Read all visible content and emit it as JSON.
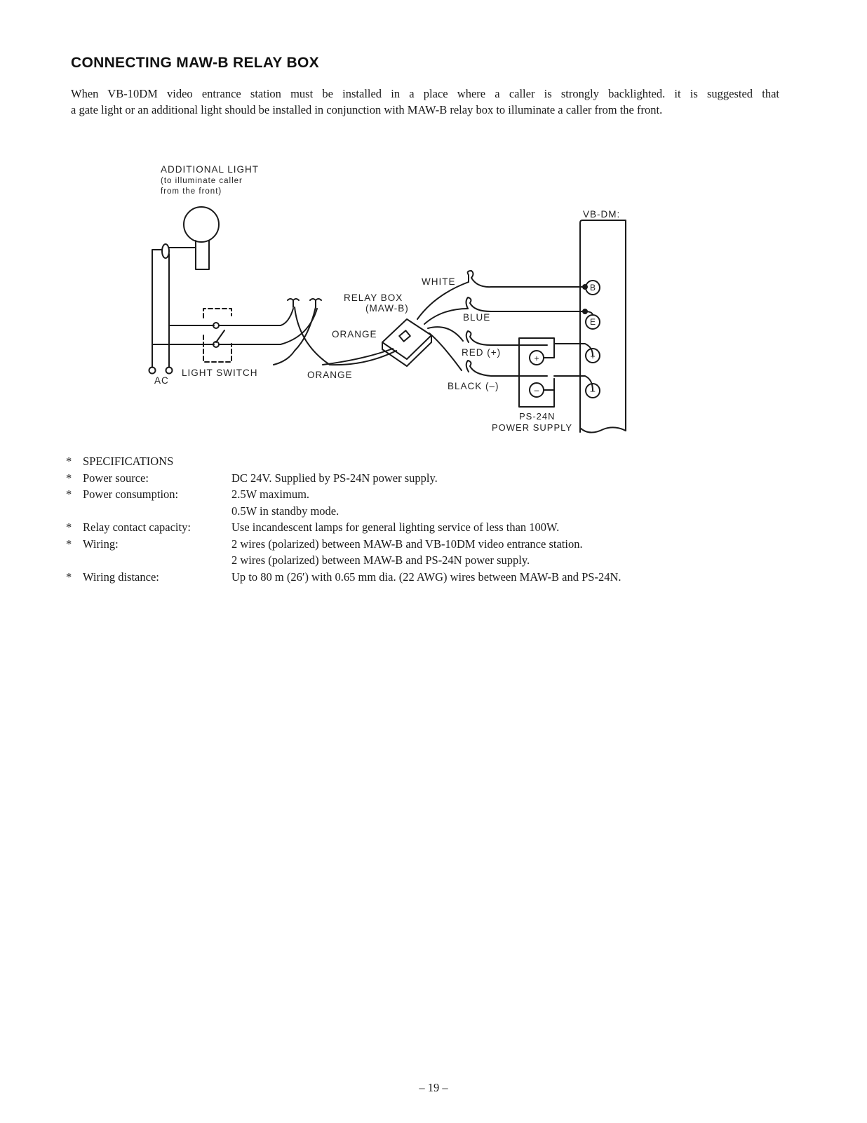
{
  "page": {
    "title": "CONNECTING MAW-B RELAY BOX",
    "intro_line1": "When VB-10DM video entrance station must be installed in a place where a caller is strongly backlighted. it is suggested that",
    "intro_line2": "a gate light or an additional light should be installed in conjunction with MAW-B relay box to illuminate a caller from the front.",
    "page_number": "– 19 –"
  },
  "diagram": {
    "additional_light": "ADDITIONAL LIGHT",
    "additional_light_note1": "(to illuminate caller",
    "additional_light_note2": "from the front)",
    "vbdm_label": "VB-DM:",
    "relay_box": "RELAY BOX",
    "relay_box_model": "(MAW-B)",
    "orange_upper": "ORANGE",
    "orange_lower": "ORANGE",
    "white": "WHITE",
    "blue": "BLUE",
    "red": "RED (+)",
    "black": "BLACK (–)",
    "light_switch": "LIGHT SWITCH",
    "ac": "AC",
    "ps_model": "PS-24N",
    "ps_label": "POWER SUPPLY",
    "terminal_b": "B",
    "terminal_e": "E",
    "plus": "+",
    "minus": "–"
  },
  "specs": {
    "heading": "SPECIFICATIONS",
    "star": "*",
    "rows": [
      {
        "label": "Power source:",
        "value": "DC 24V.  Supplied by PS-24N power supply."
      },
      {
        "label": "Power consumption:",
        "value": "2.5W maximum."
      },
      {
        "label": "",
        "value": "0.5W in standby mode."
      },
      {
        "label": "Relay contact capacity:",
        "value": "Use incandescent lamps for general lighting service of less than 100W."
      },
      {
        "label": "Wiring:",
        "value": "2 wires (polarized) between MAW-B and VB-10DM video entrance station."
      },
      {
        "label": "",
        "value": "2 wires (polarized) between MAW-B and PS-24N power supply."
      },
      {
        "label": "Wiring distance:",
        "value": "Up to 80 m (26′) with 0.65 mm dia. (22 AWG) wires between MAW-B and PS-24N."
      }
    ]
  }
}
